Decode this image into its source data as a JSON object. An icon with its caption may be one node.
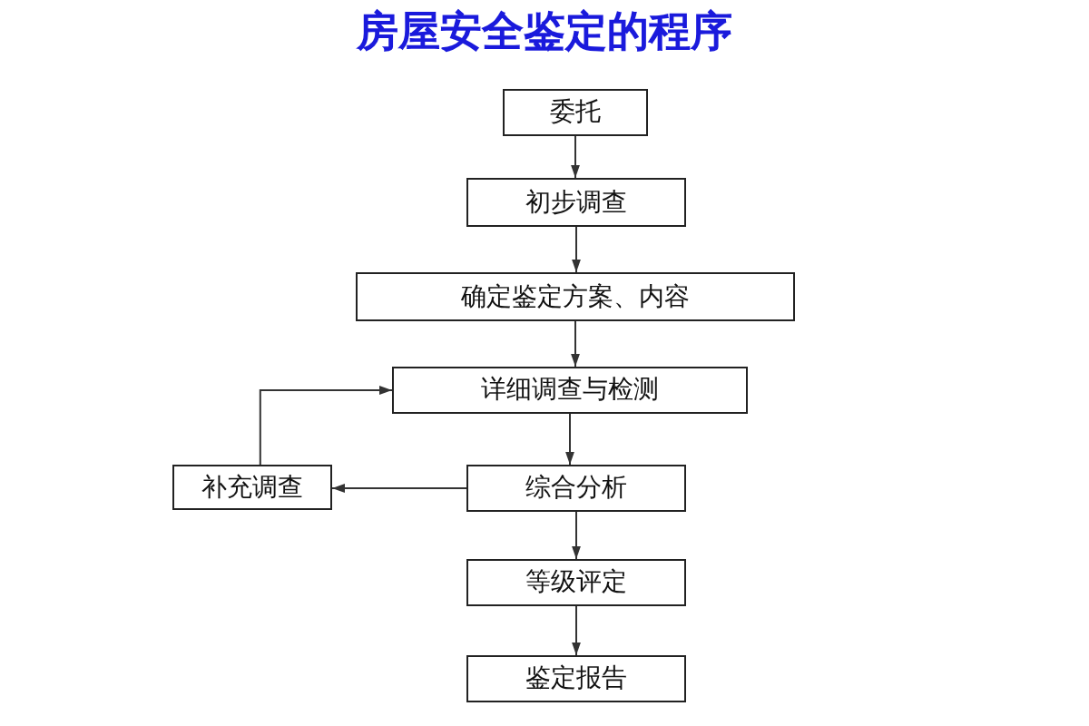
{
  "diagram": {
    "title": "房屋安全鉴定的程序",
    "nodes": [
      {
        "text": [
          "委托"
        ]
      },
      {
        "text": [
          "初步调查"
        ]
      },
      {
        "text": [
          "确定鉴定方案、内容"
        ]
      },
      {
        "text": [
          "详细调查与检测"
        ]
      },
      {
        "text": [
          "综合分析"
        ]
      },
      {
        "text": [
          "补充调查"
        ]
      },
      {
        "text": [
          "等级评定"
        ]
      },
      {
        "text": [
          "鉴定报告"
        ]
      }
    ],
    "edges": [
      {
        "from": 0,
        "to": 1,
        "arrow": "to"
      },
      {
        "from": 1,
        "to": 2,
        "arrow": "to"
      },
      {
        "from": 2,
        "to": 3,
        "arrow": "to"
      },
      {
        "from": 3,
        "to": 4,
        "arrow": "to"
      },
      {
        "from": 4,
        "to": 5,
        "arrow": "to"
      },
      {
        "from": 5,
        "to": 3,
        "arrow": "to"
      },
      {
        "from": 4,
        "to": 6,
        "arrow": "to"
      },
      {
        "from": 6,
        "to": 7,
        "arrow": "to"
      }
    ]
  }
}
